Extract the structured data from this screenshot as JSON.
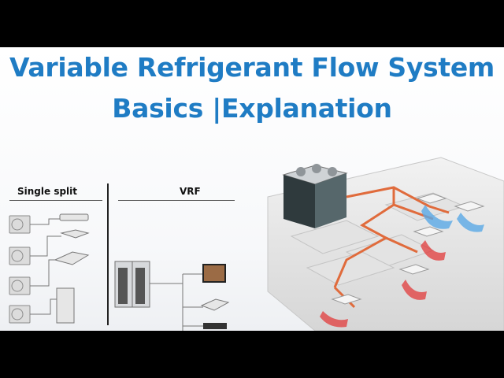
{
  "title": {
    "line1": "Variable Refrigerant Flow System",
    "line2": "Basics |Explanation"
  },
  "left_diagram": {
    "single_split_label": "Single split",
    "vrf_label": "VRF"
  },
  "colors": {
    "title": "#1f7cc4",
    "pipe": "#e06b3c",
    "cool_air": "#5aa9e6",
    "warm_air": "#e23b3b"
  }
}
